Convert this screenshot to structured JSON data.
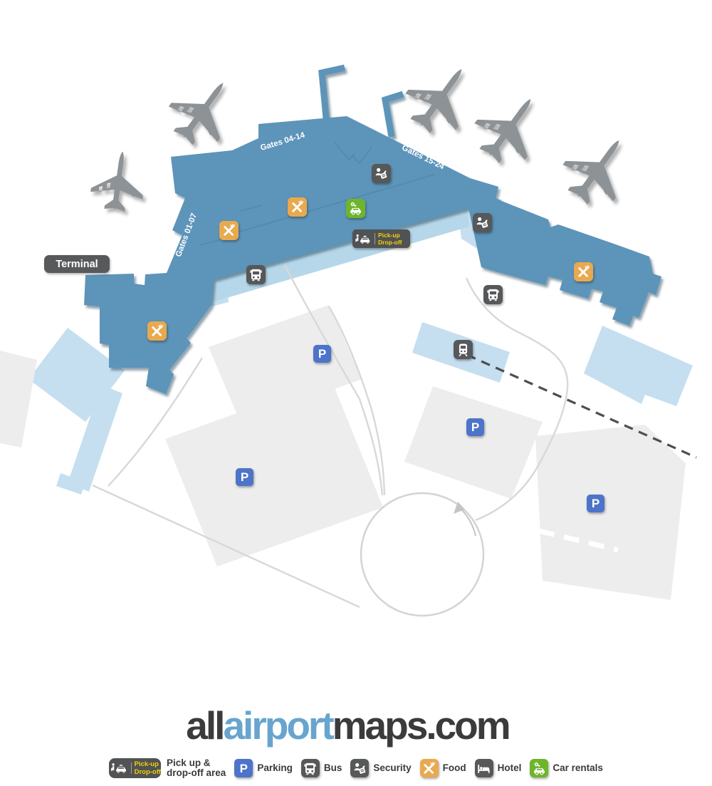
{
  "map": {
    "terminal_label": "Terminal",
    "gates": {
      "g1": "Gates 04-14",
      "g2": "Gates 15-24",
      "g3": "Gates 01-07"
    },
    "pickup_badge": {
      "line1": "Pick-up",
      "line2": "Drop-off"
    },
    "parking_letter": "P"
  },
  "legend": {
    "pickup_badge": {
      "line1": "Pick-up",
      "line2": "Drop-off"
    },
    "pickup_label_line1": "Pick up &",
    "pickup_label_line2": "drop-off area",
    "parking": "Parking",
    "bus": "Bus",
    "security": "Security",
    "food": "Food",
    "hotel": "Hotel",
    "car_rentals": "Car rentals"
  },
  "branding": {
    "part1": "all",
    "part2": "airport",
    "part3": "maps.com"
  },
  "icons": {
    "pickup": "person-with-taxi",
    "parking": "letter-P",
    "bus": "bus-front",
    "train": "train-front",
    "security": "passport-control",
    "food": "crossed-fork-knife",
    "hotel": "bed",
    "car_rentals": "car-with-key"
  },
  "colors": {
    "terminal_blue": "#5d94b9",
    "light_blue": "#c5dff0",
    "building_gray": "#ededed",
    "marker_dark": "#57585a",
    "marker_orange": "#e9a94f",
    "marker_green": "#6fb52c",
    "parking_blue": "#4d74c9",
    "pickup_yellow": "#f2d203",
    "logo_dark": "#3b3b3c",
    "logo_blue": "#67a5ce"
  }
}
